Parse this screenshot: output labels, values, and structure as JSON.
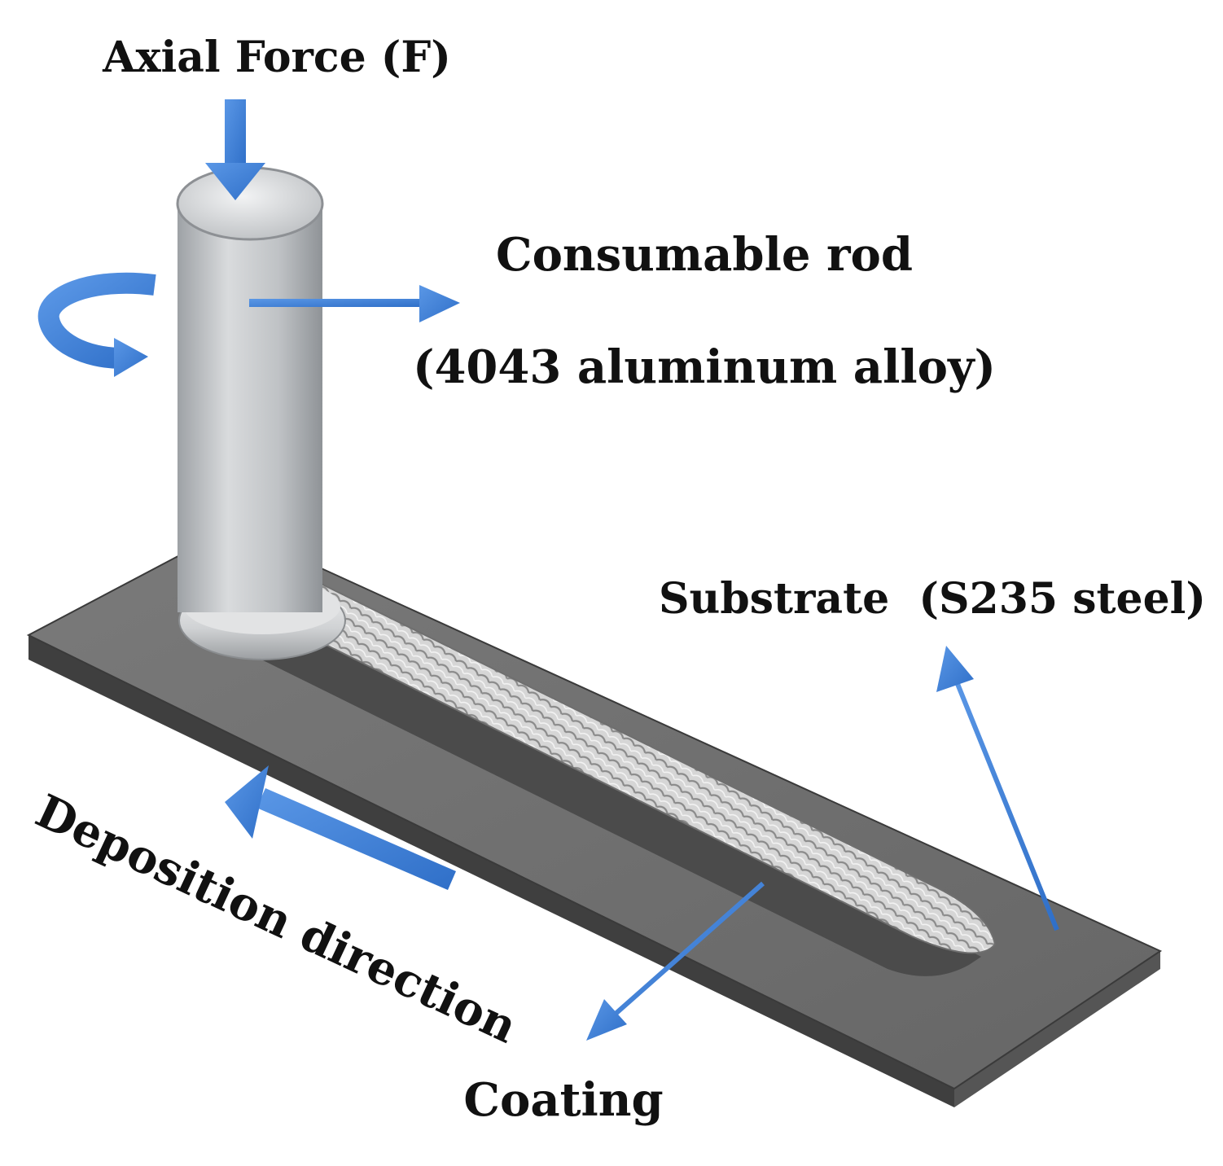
{
  "labels": {
    "axial_force": "Axial Force (F)",
    "consumable_rod": "Consumable rod",
    "rod_material": "(4043 aluminum alloy)",
    "substrate": "Substrate  (S235 steel)",
    "deposition_direction": "Deposition direction",
    "coating": "Coating"
  },
  "colors": {
    "arrow": "#3f7fd6",
    "plate_top": "#6f6f6f",
    "plate_side": "#4a4a4a",
    "rod": "#c4c6c8",
    "coating": "#e6e6e6"
  }
}
